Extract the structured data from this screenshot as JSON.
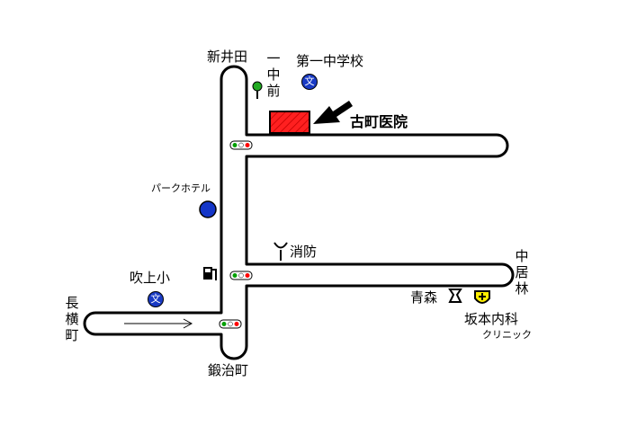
{
  "map": {
    "labels": {
      "shin_ida": "新井田",
      "ichu_mae": "一中前",
      "daiichi_chugakko": "第一中学校",
      "furumachi_iin": "古町医院",
      "park_hotel": "パークホテル",
      "shobo": "消防",
      "nakaibayashi": "中居林",
      "fukiage_sho": "吹上小",
      "nagayokocho": "長横町",
      "aomori": "青森",
      "sakamoto_naika": "坂本内科",
      "clinic": "クリニック",
      "kajicho": "鍛治町"
    },
    "school_symbol": "文",
    "icons": {
      "school": "school-icon",
      "bus_stop": "bus-stop-icon",
      "fire_station": "fire-station-icon",
      "gas_station": "gas-station-icon",
      "bank": "bank-icon",
      "hospital": "hospital-icon",
      "traffic_light": "traffic-light-icon",
      "hotel": "hotel-icon",
      "arrow": "direction-arrow-icon"
    },
    "colors": {
      "road": "#000000",
      "target_building": "#ff2020",
      "school_fill": "#1a3bc4",
      "hotel_fill": "#1436c8",
      "bus_stop": "#22aa22",
      "hospital_fill": "#ffee00",
      "signal_red": "#ff0000",
      "signal_green": "#00a000"
    }
  }
}
